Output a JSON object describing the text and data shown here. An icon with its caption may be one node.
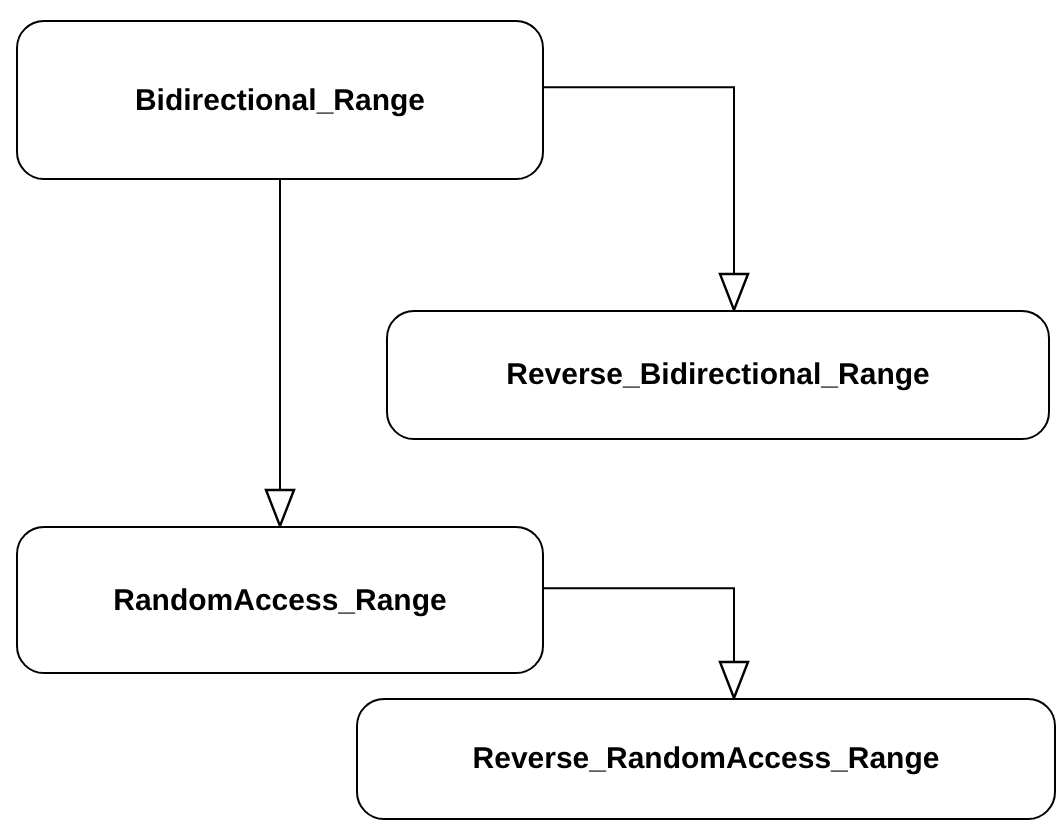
{
  "diagram": {
    "nodes": [
      {
        "text": [
          "Bidirectional_Range"
        ]
      },
      {
        "text": [
          "Reverse_Bidirectional_Range"
        ]
      },
      {
        "text": [
          "RandomAccess_Range"
        ]
      },
      {
        "text": [
          "Reverse_RandomAccess_Range"
        ]
      }
    ],
    "edges": [
      {
        "from": 0,
        "to": 1,
        "arrow": "to"
      },
      {
        "from": 0,
        "to": 2,
        "arrow": "to"
      },
      {
        "from": 2,
        "to": 3,
        "arrow": "to"
      }
    ]
  }
}
